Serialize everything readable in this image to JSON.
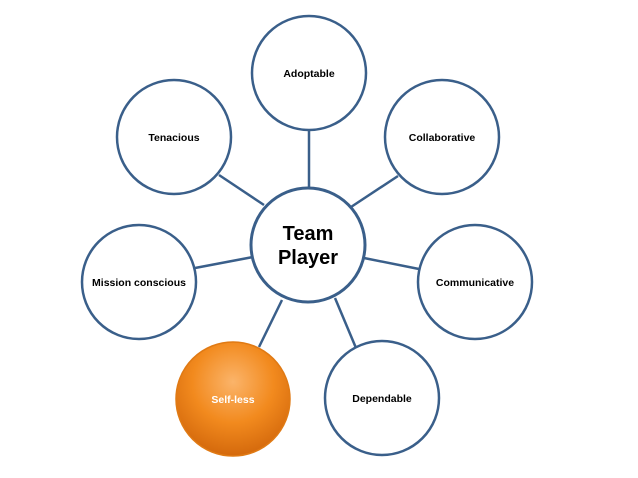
{
  "diagram": {
    "center": {
      "line1": "Team",
      "line2": "Player"
    },
    "nodes": {
      "adoptable": "Adoptable",
      "collaborative": "Collaborative",
      "communicative": "Communicative",
      "dependable": "Dependable",
      "selfless": "Self-less",
      "mission": "Mission conscious",
      "tenacious": "Tenacious"
    }
  },
  "colors": {
    "outline": "#3a5f8a",
    "highlight_top": "#fbb46a",
    "highlight_mid": "#f28a1e",
    "highlight_bottom": "#d4690c"
  }
}
